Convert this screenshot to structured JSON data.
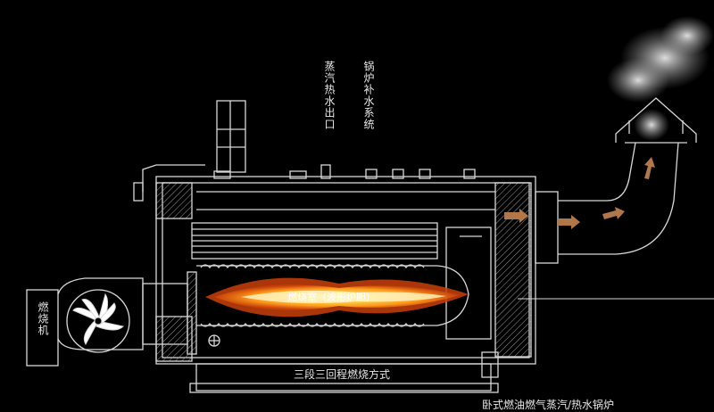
{
  "labels": {
    "steam_outlet": "蒸汽热水出口",
    "feedwater_system": "锅炉补水系统",
    "burner": "燃烧机",
    "combustion_mode": "三段三回程燃烧方式",
    "flame_text": "燃烧室（波形炉胆）",
    "bottom_right": "卧式燃油燃气蒸汽/热水锅炉"
  },
  "colors": {
    "background": "#000000",
    "line": "#d8d8d8",
    "flame_core": "#fff6c8",
    "flame_mid": "#ffb020",
    "flame_outer": "#e05a10",
    "smoke": "#cfcfcf",
    "flue_arrow": "#b0784a"
  }
}
